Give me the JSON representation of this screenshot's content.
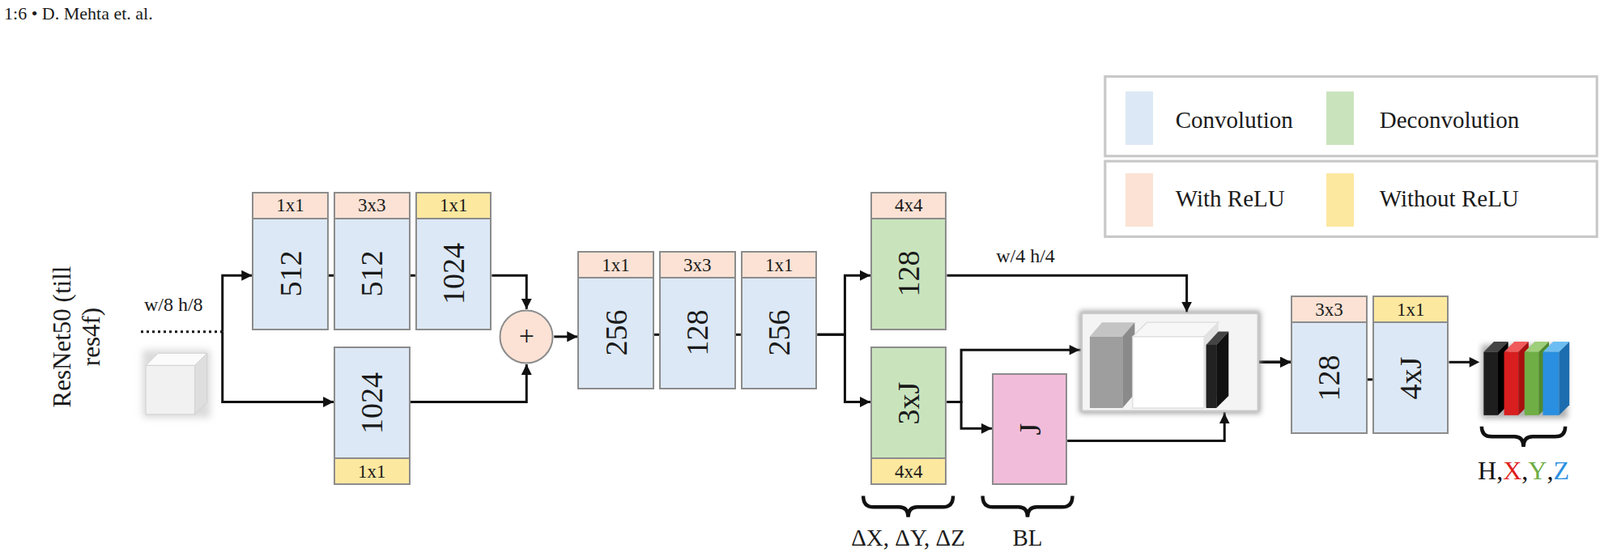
{
  "diagram": {
    "nodes": [
      {
        "text": [
          "ResNet50 (till res4f)"
        ]
      },
      {
        "text": [
          "1x1",
          "512"
        ]
      },
      {
        "text": [
          "3x3",
          "512"
        ]
      },
      {
        "text": [
          "1x1",
          "1024"
        ]
      },
      {
        "text": [
          "1024",
          "1x1"
        ]
      },
      {
        "text": [
          "+"
        ]
      },
      {
        "text": [
          "1x1",
          "256"
        ]
      },
      {
        "text": [
          "3x3",
          "128"
        ]
      },
      {
        "text": [
          "1x1",
          "256"
        ]
      },
      {
        "text": [
          "4x4",
          "128"
        ]
      },
      {
        "text": [
          "3xJ",
          "4x4"
        ]
      },
      {
        "text": [
          "J"
        ]
      },
      {
        "text": [
          "3x3",
          "128"
        ]
      },
      {
        "text": [
          "1x1",
          "4xJ"
        ]
      }
    ],
    "edges": [
      {
        "from": 0,
        "to": 1,
        "arrow": "to"
      },
      {
        "from": 0,
        "to": 4,
        "arrow": "to"
      },
      {
        "from": 1,
        "to": 2,
        "arrow": "none"
      },
      {
        "from": 2,
        "to": 3,
        "arrow": "none"
      },
      {
        "from": 3,
        "to": 5,
        "arrow": "to"
      },
      {
        "from": 4,
        "to": 5,
        "arrow": "to"
      },
      {
        "from": 5,
        "to": 6,
        "arrow": "to"
      },
      {
        "from": 6,
        "to": 7,
        "arrow": "none"
      },
      {
        "from": 7,
        "to": 8,
        "arrow": "none"
      },
      {
        "from": 8,
        "to": 9,
        "arrow": "to"
      },
      {
        "from": 8,
        "to": 10,
        "arrow": "to"
      },
      {
        "from": 10,
        "to": 11,
        "arrow": "to"
      },
      {
        "from": 9,
        "to": 12,
        "arrow": "to"
      },
      {
        "from": 10,
        "to": 12,
        "arrow": "to"
      },
      {
        "from": 11,
        "to": 12,
        "arrow": "to"
      },
      {
        "from": 12,
        "to": 13,
        "arrow": "none"
      }
    ],
    "labels": [
      "1:6 • D. Mehta et. al.",
      "w/8 h/8",
      "w/4 h/4",
      "ΔX, ΔY, ΔZ",
      "BL",
      "H,",
      "X",
      ",",
      "Y",
      ",",
      "Z"
    ],
    "legend": [
      {
        "text": "Convolution",
        "color": "#dce8f5"
      },
      {
        "text": "Deconvolution",
        "color": "#c9e4bd"
      },
      {
        "text": "With ReLU",
        "color": "#fbe2d5"
      },
      {
        "text": "Without ReLU",
        "color": "#fde8a0"
      }
    ]
  }
}
